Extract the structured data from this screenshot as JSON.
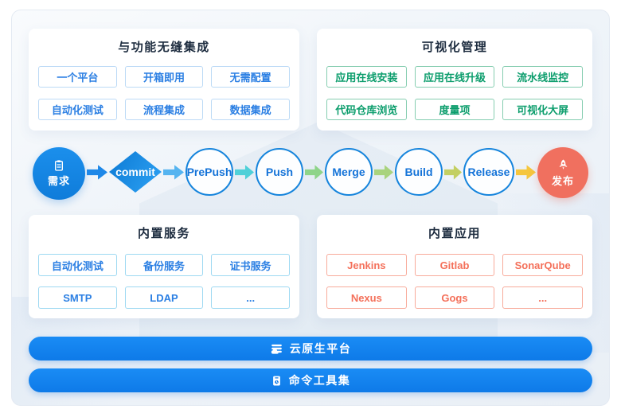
{
  "diagram": {
    "panels": [
      {
        "title": "与功能无缝集成",
        "items": [
          "一个平台",
          "开箱即用",
          "无需配置",
          "自动化测试",
          "流程集成",
          "数据集成"
        ]
      },
      {
        "title": "可视化管理",
        "items": [
          "应用在线安装",
          "应用在线升级",
          "流水线监控",
          "代码仓库浏览",
          "度量项",
          "可视化大屏"
        ]
      },
      {
        "title": "内置服务",
        "items": [
          "自动化测试",
          "备份服务",
          "证书服务",
          "SMTP",
          "LDAP",
          "..."
        ]
      },
      {
        "title": "内置应用",
        "items": [
          "Jenkins",
          "Gitlab",
          "SonarQube",
          "Nexus",
          "Gogs",
          "..."
        ]
      }
    ],
    "pipeline": {
      "start_label": "需求",
      "start_icon": "clipboard-icon",
      "commit_label": "commit",
      "stages": [
        "PrePush",
        "Push",
        "Merge",
        "Build",
        "Release"
      ],
      "end_label": "发布",
      "end_icon": "rocket-icon",
      "arrow_colors": [
        "#1e88e8",
        "#55b4f0",
        "#4fd0d8",
        "#8ed489",
        "#a9d37e",
        "#c3cf62",
        "#f5c63e"
      ]
    },
    "bars": [
      {
        "label": "云原生平台",
        "icon": "cloud-server-icon"
      },
      {
        "label": "命令工具集",
        "icon": "terminal-icon"
      }
    ],
    "colors": {
      "blue_text": "#2b7fe3",
      "blue_border": "#bcdaf6",
      "green_text": "#0b9d6c",
      "green_border": "#85cdb0",
      "sky_border": "#9ed9f2",
      "red_text": "#f4705a",
      "red_border": "#f8ab9b",
      "node_blue": "#1486e8",
      "node_red": "#f0705f",
      "stage_border": "#1584dc",
      "bar_blue": "#1283f0"
    }
  }
}
